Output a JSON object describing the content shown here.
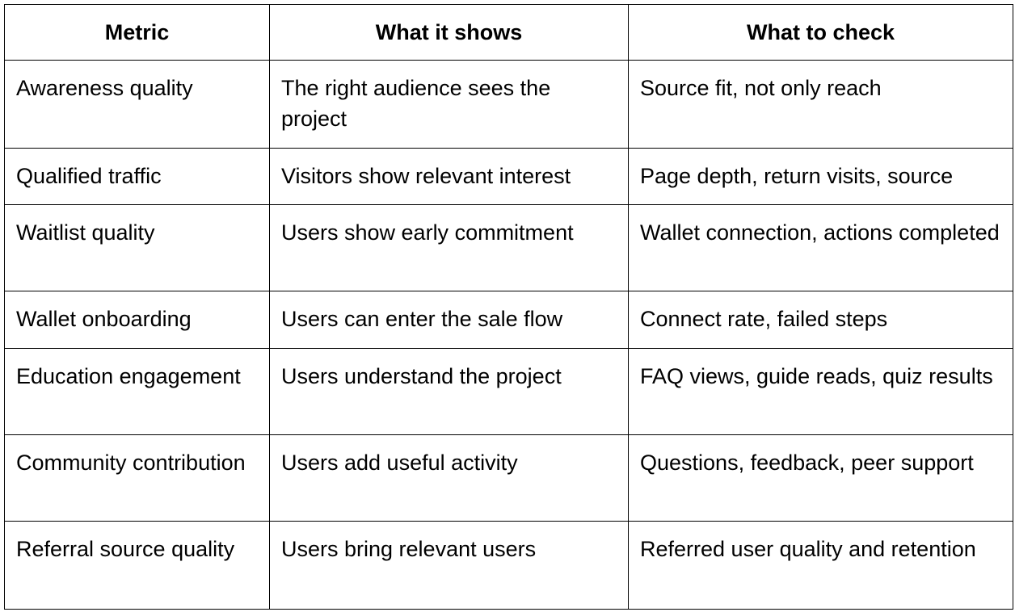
{
  "table": {
    "headers": [
      "Metric",
      "What it shows",
      "What to check"
    ],
    "rows": [
      [
        "Awareness quality",
        "The right audience sees the project",
        "Source fit, not only reach"
      ],
      [
        "Qualified traffic",
        "Visitors show relevant interest",
        "Page depth, return visits, source"
      ],
      [
        "Waitlist quality",
        "Users show early commitment",
        "Wallet connection, actions completed"
      ],
      [
        "Wallet onboarding",
        "Users can enter the sale flow",
        "Connect rate, failed steps"
      ],
      [
        "Education engagement",
        "Users understand the project",
        "FAQ views, guide reads, quiz results"
      ],
      [
        "Community contribution",
        "Users add useful activity",
        "Questions, feedback, peer support"
      ],
      [
        "Referral source quality",
        "Users bring relevant users",
        "Referred user quality and retention"
      ]
    ]
  }
}
